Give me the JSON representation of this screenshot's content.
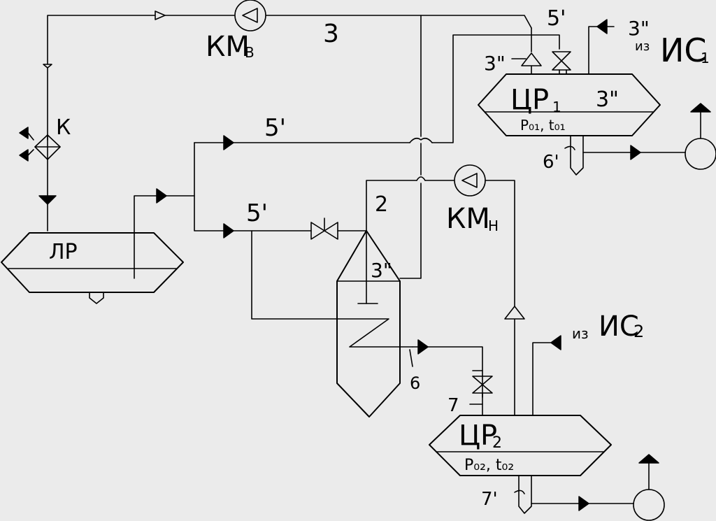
{
  "labels": {
    "km_b": "КМ",
    "km_b_sub": "В",
    "km_n": "КМ",
    "km_n_sub": "Н",
    "line_3": "3",
    "line_5p_top_right": "5'",
    "line_5p_upper": "5'",
    "line_5p_lower": "5'",
    "line_2": "2",
    "line_3pp_top": "3\"",
    "line_3pp_mid": "3\"",
    "line_3pp_src": "3\"",
    "from_is1_prefix": "из",
    "is1": "ИС",
    "is1_sub": "1",
    "from_is2_prefix": "из",
    "is2": "ИС",
    "is2_sub": "2",
    "k": "К",
    "lr": "ЛР",
    "ur1": "ЦР",
    "ur1_sub": "1",
    "ur1_3pp": "3\"",
    "ur1_params": "P₀₁, t₀₁",
    "ur2": "ЦР",
    "ur2_sub": "2",
    "ur2_params": "P₀₂, t₀₂",
    "line_6p": "6'",
    "line_6": "6",
    "line_7": "7",
    "line_7p": "7'"
  }
}
